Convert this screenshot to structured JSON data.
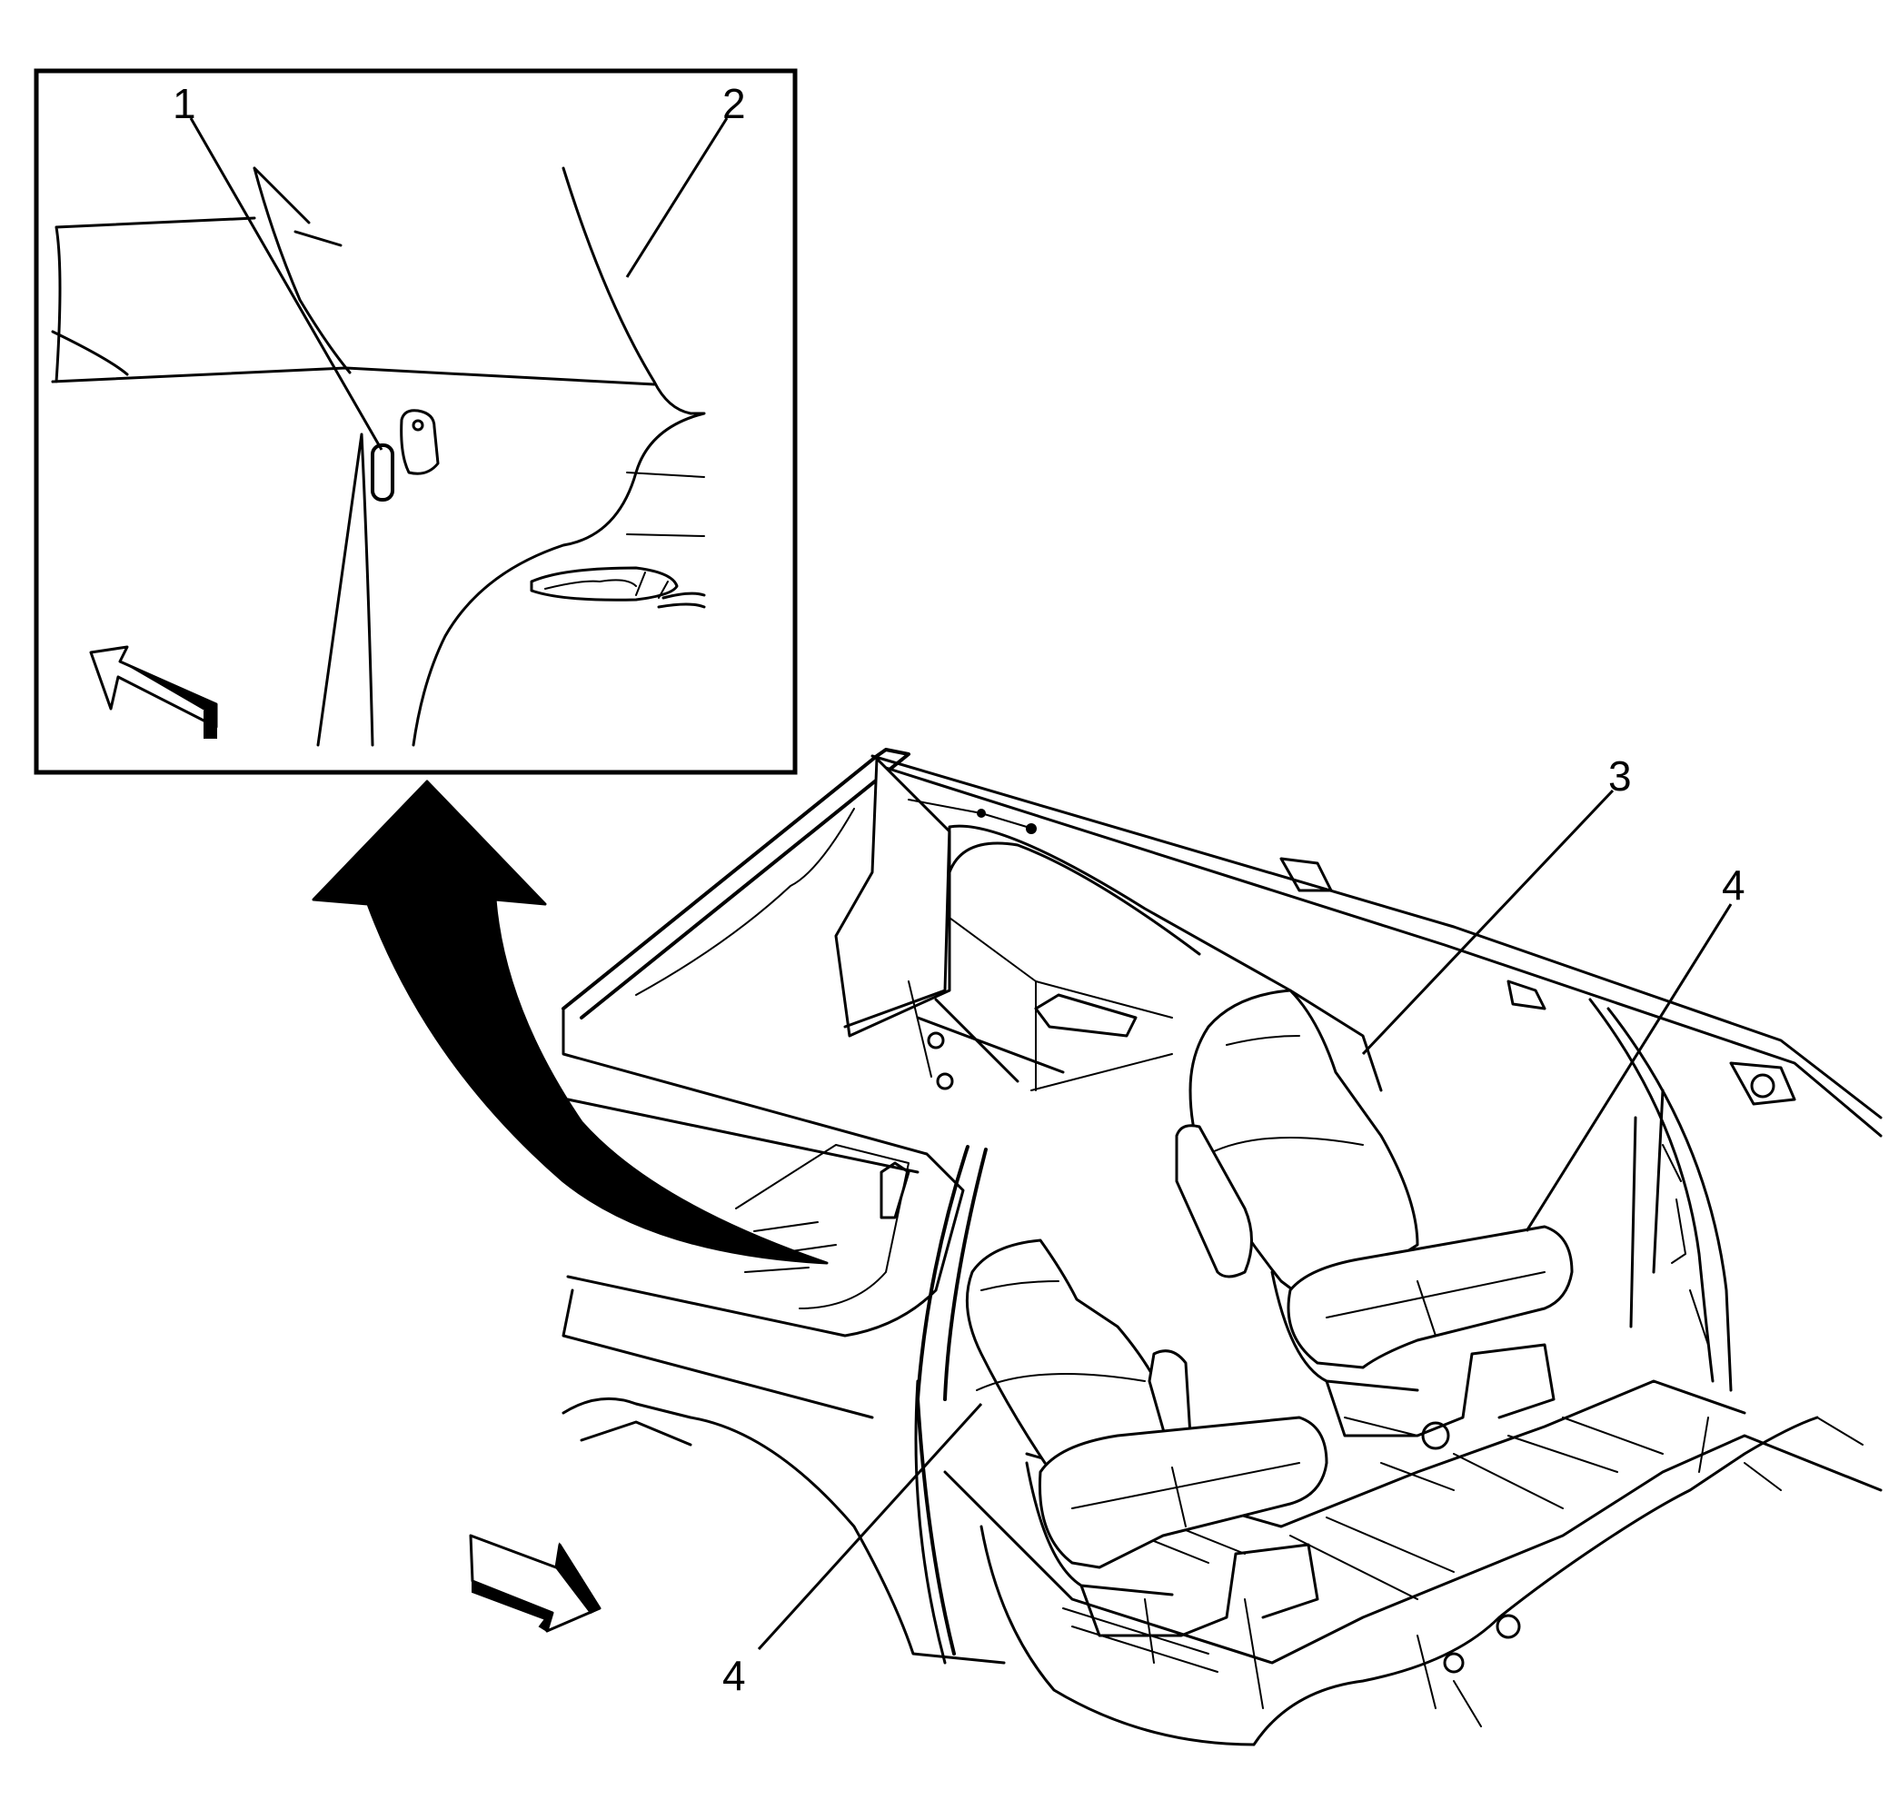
{
  "callouts": {
    "c1": "1",
    "c2": "2",
    "c3": "3",
    "c4a": "4",
    "c4b": "4"
  }
}
